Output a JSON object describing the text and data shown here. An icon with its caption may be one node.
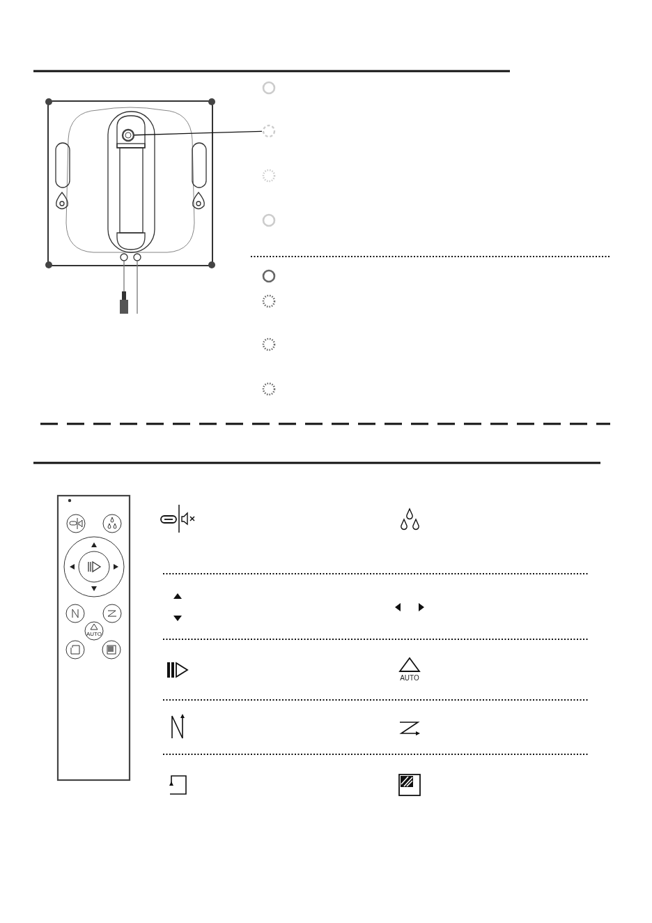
{
  "diagram": {
    "nodes": [
      {
        "text": [],
        "shape": "circle"
      },
      {
        "text": [],
        "shape": "circle"
      }
    ],
    "edges": [
      {
        "from": 0,
        "to": 1,
        "arrow": "none"
      }
    ],
    "labels": [
      "AUTO",
      "AUTO"
    ]
  }
}
